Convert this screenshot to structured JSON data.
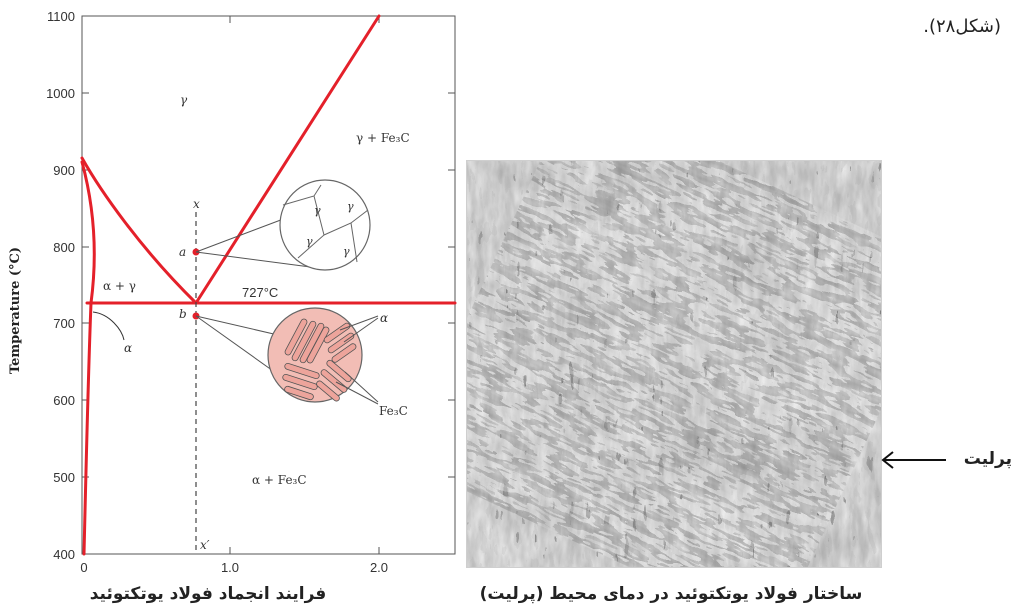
{
  "figure_label": "(شکل۲۸).",
  "phase_diagram": {
    "y_axis_title": "Temperature (°C)",
    "y_ticks": [
      "1100",
      "1000",
      "900",
      "800",
      "700",
      "600",
      "500",
      "400"
    ],
    "x_ticks": [
      "0",
      "1.0",
      "2.0"
    ],
    "region_labels": {
      "gamma": "γ",
      "gamma_fe3c": "γ + Fe₃C",
      "alpha_gamma": "α + γ",
      "alpha_fe3c": "α + Fe₃C",
      "alpha": "α"
    },
    "eutectoid_temp_label": "727°C",
    "composition_line": {
      "top": "x",
      "bottom": "x′"
    },
    "points": {
      "a": "a",
      "b": "b"
    },
    "grain_labels": [
      "γ",
      "γ",
      "γ",
      "γ"
    ],
    "pearlite_labels": {
      "alpha": "α",
      "cementite": "Fe₃C"
    },
    "colors": {
      "phase_line": "#e4202a",
      "lamella": "#eda49b",
      "circle_fill": "#f2bdb5"
    }
  },
  "captions": {
    "left": "فرایند انجماد فولاد یوتکتوئید",
    "right": "ساختار فولاد یوتکتوئید در دمای محیط (پرلیت)"
  },
  "pointer": {
    "label": "پرلیت"
  }
}
